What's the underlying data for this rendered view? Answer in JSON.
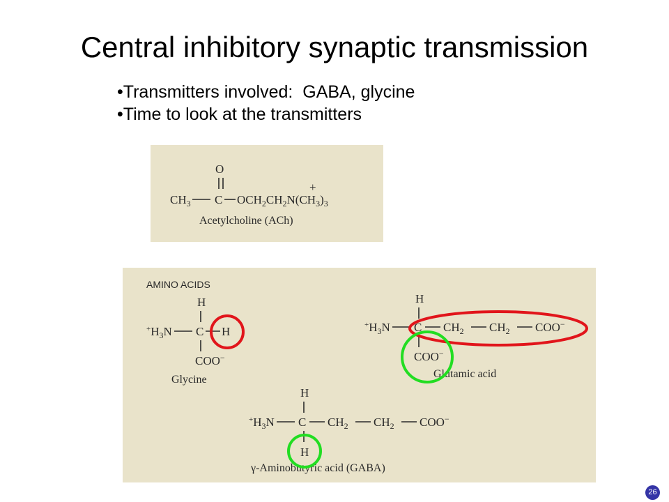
{
  "slide": {
    "title": "Central inhibitory synaptic transmission",
    "bullets": [
      "Transmitters involved:  GABA, glycine",
      "Time to look at the transmitters"
    ],
    "page_number": "26"
  },
  "acetylcholine": {
    "oxygen": "O",
    "double_bond": "||",
    "plus": "+",
    "methyl": "CH",
    "carbon": "C",
    "ester_chain": "OCH",
    "chain_ch2": "CH",
    "nitrogen": "N(CH",
    "close_paren": ")",
    "sub3": "3",
    "sub2": "2",
    "name": "Acetylcholine (ACh)"
  },
  "amino_acids": {
    "heading": "AMINO ACIDS",
    "H": "H",
    "C": "C",
    "amine_plus": "+",
    "amine": "H",
    "amine_sub": "3",
    "amine_N": "N",
    "carboxylate": "COO",
    "minus": "−",
    "ch2": "CH",
    "ch2_sub": "2",
    "glycine_name": "Glycine",
    "glutamic_name": "Glutamic acid",
    "gaba_gamma": "γ",
    "gaba_name": "-Aminobutyric acid (GABA)"
  },
  "colors": {
    "highlight_red": "#e1151b",
    "highlight_green": "#22dd22",
    "figure_background": "#e9e3ca"
  }
}
